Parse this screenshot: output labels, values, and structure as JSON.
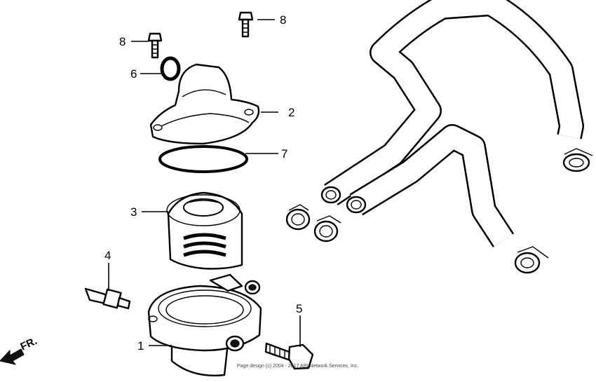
{
  "callouts": {
    "c1": "1",
    "c2": "2",
    "c3": "3",
    "c4": "4",
    "c5": "5",
    "c6": "6",
    "c7": "7",
    "c8a": "8",
    "c8b": "8"
  },
  "direction_label": "FR.",
  "copyright": "Page design (c) 2004 - 2017 ARI Network Services, Inc."
}
